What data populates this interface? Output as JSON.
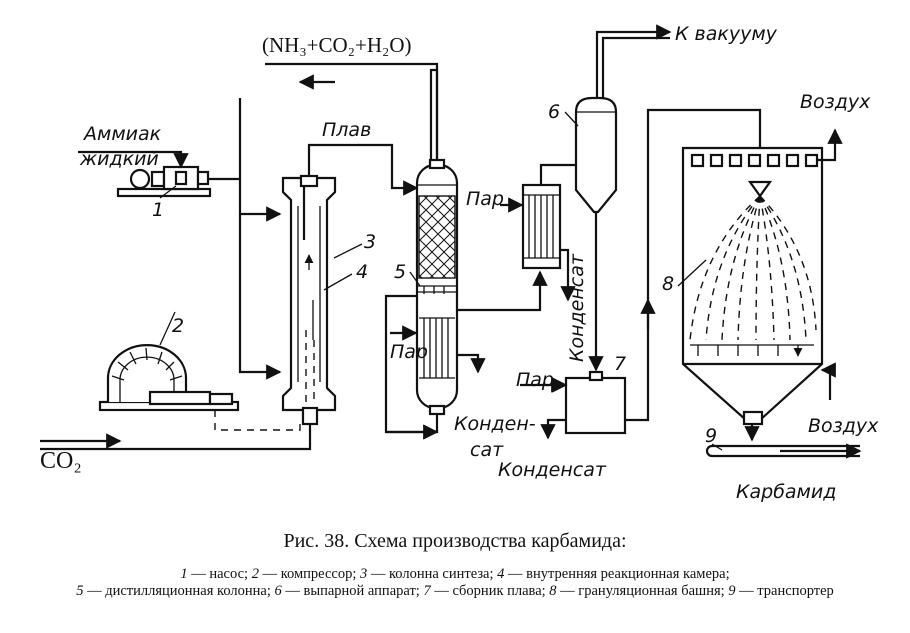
{
  "labels": {
    "ammonia_line1": "Аммиак",
    "ammonia_line2": "жидкий",
    "melt": "Плав",
    "formula": "(NH₃+CO₂+H₂O)",
    "to_vacuum": "К вакууму",
    "air_top": "Воздух",
    "air_bottom": "Воздух",
    "steam_1": "Пар",
    "steam_2": "Пар",
    "steam_3": "Пар",
    "condensate_vertical": "Конденсат",
    "condensate_mid_line1": "Конден-",
    "condensate_mid_line2": "сат",
    "condensate_bottom": "Конденсат",
    "urea": "Карбамид",
    "co2": "CO₂"
  },
  "numbers": [
    "1",
    "2",
    "3",
    "4",
    "5",
    "6",
    "7",
    "8",
    "9"
  ],
  "caption": "Рис. 38. Схема производства карбамида:",
  "legend": [
    {
      "n": "1",
      "text": "насос;"
    },
    {
      "n": "2",
      "text": "компрессор;"
    },
    {
      "n": "3",
      "text": "колонна синтеза;"
    },
    {
      "n": "4",
      "text": "внутренняя реакционная камера;"
    },
    {
      "n": "5",
      "text": "дистилляционная колонна;"
    },
    {
      "n": "6",
      "text": "выпарной аппарат;"
    },
    {
      "n": "7",
      "text": "сборник плава;"
    },
    {
      "n": "8",
      "text": "грануляционная башня;"
    },
    {
      "n": "9",
      "text": "транспортер"
    }
  ]
}
